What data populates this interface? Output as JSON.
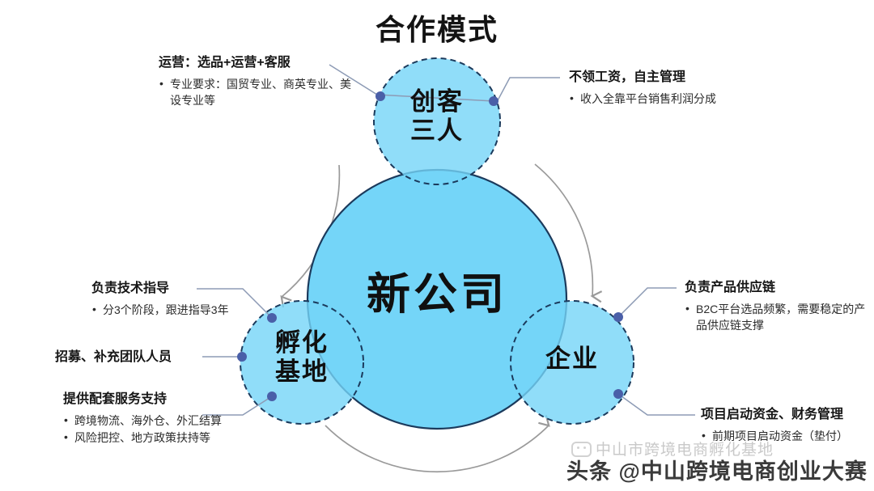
{
  "title": "合作模式",
  "circles": {
    "center": {
      "label": "新公司",
      "color": "#74d5f8"
    },
    "top": {
      "label": "创客\n三人",
      "color": "#7ad7f7"
    },
    "bottom_left": {
      "label": "孵化\n基地",
      "color": "#7ad7f7"
    },
    "bottom_right": {
      "label": "企业",
      "color": "#7ad7f7"
    }
  },
  "colors": {
    "circle_fill": "#74d5f8",
    "circle_stroke": "#1b3a5c",
    "connector_dot": "#4a5fa8",
    "connector_line": "#8d9bb5",
    "arc": "#9a9a9a",
    "title_text": "#131313"
  },
  "callouts": {
    "operations": {
      "head": "运营：选品+运营+客服",
      "bullets": [
        "专业要求：国贸专业、商英专业、美设专业等"
      ]
    },
    "no_salary": {
      "head": "不领工资，自主管理",
      "bullets": [
        "收入全靠平台销售利润分成"
      ]
    },
    "supply_chain": {
      "head": "负责产品供应链",
      "bullets": [
        "B2C平台选品频繁，需要稳定的产品供应链支撑"
      ]
    },
    "funding": {
      "head": "项目启动资金、财务管理",
      "bullets": [
        "前期项目启动资金（垫付）"
      ]
    },
    "tech_guidance": {
      "head": "负责技术指导",
      "bullets": [
        "分3个阶段，跟进指导3年"
      ]
    },
    "recruiting": {
      "head": "招募、补充团队人员",
      "bullets": []
    },
    "support_services": {
      "head": "提供配套服务支持",
      "bullets": [
        "跨境物流、海外仓、外汇结算",
        "风险把控、地方政策扶持等"
      ]
    }
  },
  "watermarks": {
    "faint": "中山市跨境电商孵化基地",
    "main": "头条 @中山跨境电商创业大赛"
  }
}
